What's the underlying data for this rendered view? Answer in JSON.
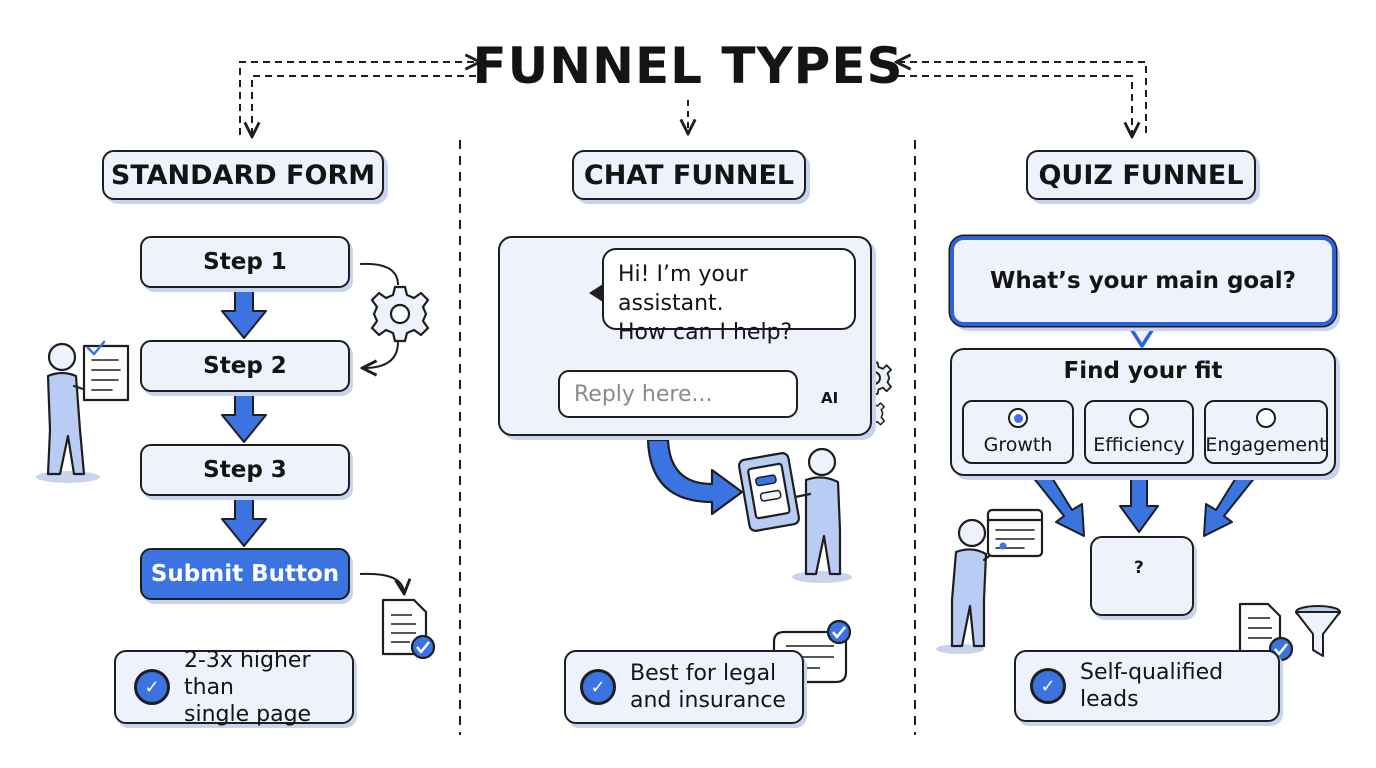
{
  "title": "FUNNEL TYPES",
  "columns": {
    "standard": {
      "header": "STANDARD FORM",
      "steps": [
        "Step 1",
        "Step 2",
        "Step 3"
      ],
      "submit": "Submit Button",
      "note_line1": "2-3x higher than",
      "note_line2": "single page"
    },
    "chat": {
      "header": "CHAT FUNNEL",
      "bubble_line1": "Hi! I’m your assistant.",
      "bubble_line2": "How can I help?",
      "reply_placeholder": "Reply here...",
      "ai_label": "AI",
      "note_line1": "Best for legal",
      "note_line2": "and insurance"
    },
    "quiz": {
      "header": "QUIZ FUNNEL",
      "question": "What’s your main goal?",
      "fit_label": "Find your fit",
      "options": [
        {
          "label": "Growth",
          "selected": true
        },
        {
          "label": "Efficiency",
          "selected": false
        },
        {
          "label": "Engagement",
          "selected": false
        }
      ],
      "funnel_mark": "?",
      "note": "Self-qualified leads"
    }
  },
  "colors": {
    "accent": "#3b73e0",
    "panel": "#eef2fc",
    "ink": "#1e1e1e",
    "shadow": "#c8d3ee"
  },
  "icons": [
    "gear-icon",
    "document-check-icon",
    "robot-icon",
    "ai-brain-gears-icon",
    "chat-bubble-check-icon",
    "funnel-icon",
    "checkmark-icon",
    "person-icon"
  ]
}
